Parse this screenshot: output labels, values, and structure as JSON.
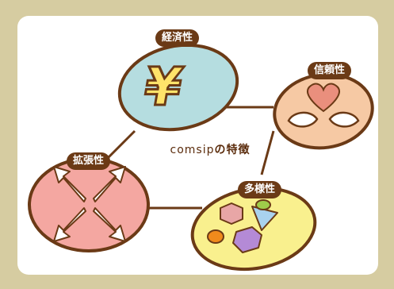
{
  "center_label": {
    "brand": "comsip",
    "suffix": "の特徴"
  },
  "features": [
    {
      "label": "経済性",
      "fill": "#b5dde0",
      "icon": "yen-icon"
    },
    {
      "label": "信頼性",
      "fill": "#f6c9a4",
      "icon": "heart-hands-icon"
    },
    {
      "label": "拡張性",
      "fill": "#f4a7a1",
      "icon": "expanding-arrows-icon"
    },
    {
      "label": "多様性",
      "fill": "#f9f08e",
      "icon": "shapes-icon"
    }
  ],
  "colors": {
    "frame": "#d6cca1",
    "outline": "#6b3a16",
    "panel": "#ffffff"
  }
}
